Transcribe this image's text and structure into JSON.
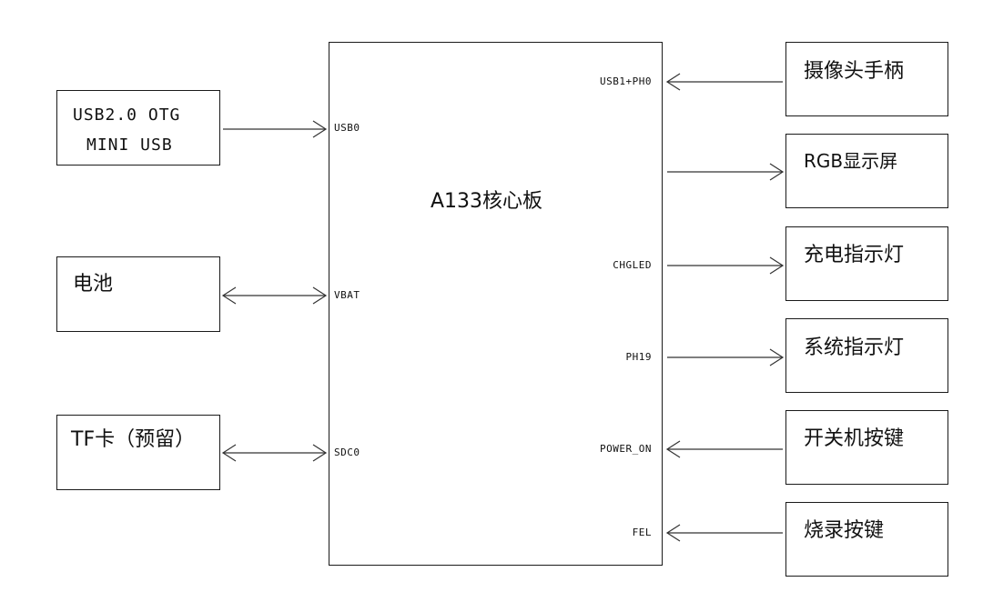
{
  "core_board": {
    "title": "A133核心板"
  },
  "left_modules": {
    "usb_otg": {
      "line1": "USB2.0 OTG",
      "line2": "MINI USB"
    },
    "battery": {
      "label": "电池"
    },
    "tf_card": {
      "label": "TF卡（预留）"
    }
  },
  "right_modules": {
    "camera_handle": {
      "label": "摄像头手柄"
    },
    "rgb_display": {
      "label": "RGB显示屏"
    },
    "charge_led": {
      "label": "充电指示灯"
    },
    "system_led": {
      "label": "系统指示灯"
    },
    "power_key": {
      "label": "开关机按键"
    },
    "burn_key": {
      "label": "烧录按键"
    }
  },
  "pins": {
    "usb0": "USB0",
    "vbat": "VBAT",
    "sdc0": "SDC0",
    "usb1_ph0": "USB1+PH0",
    "chgled": "CHGLED",
    "ph19": "PH19",
    "power_on": "POWER_ON",
    "fel": "FEL"
  }
}
